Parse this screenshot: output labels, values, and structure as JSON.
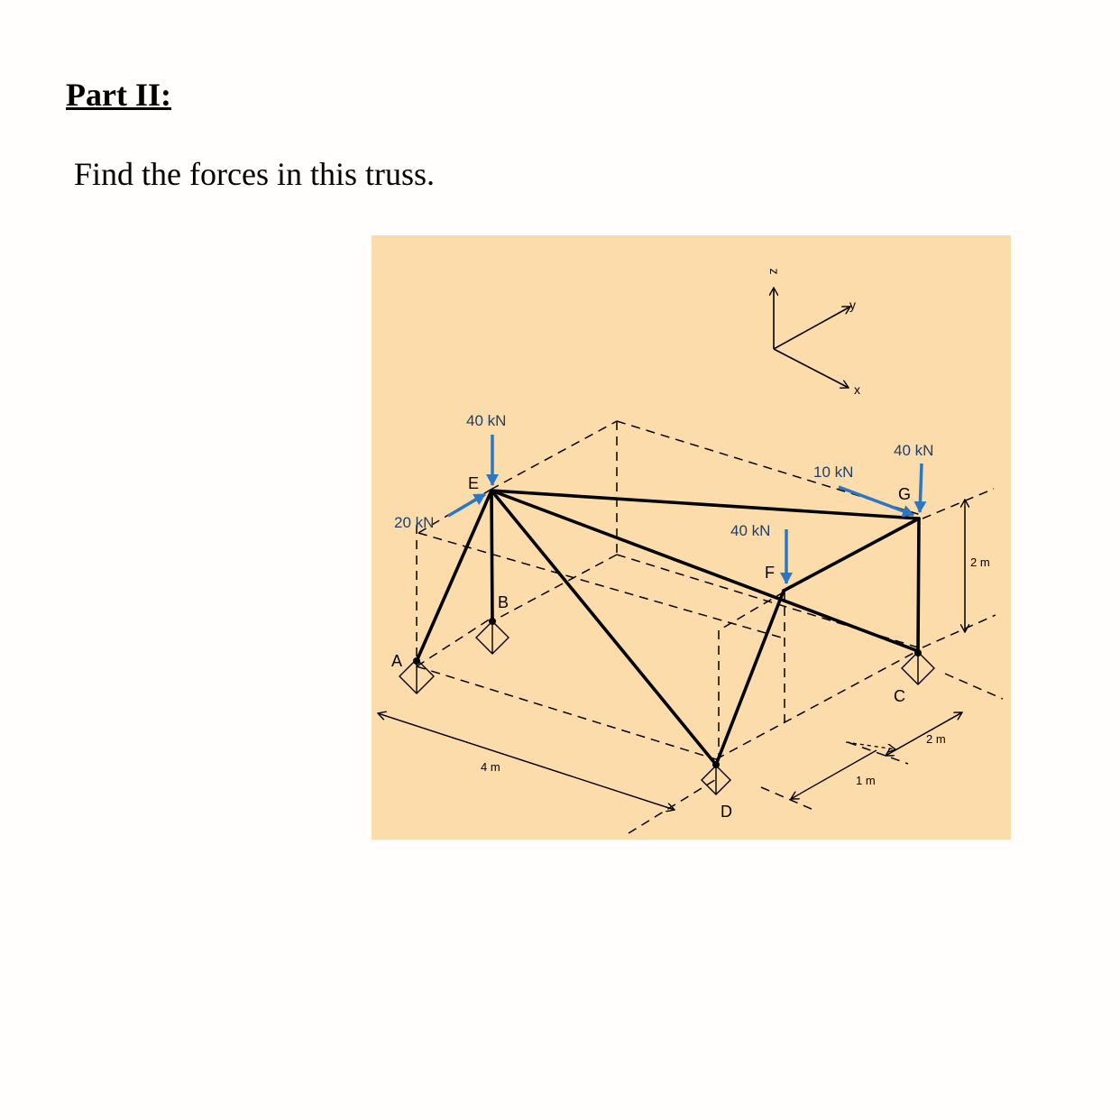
{
  "heading": "Part II:",
  "prompt": "Find the forces in this truss.",
  "colors": {
    "background": "#fddcab",
    "member": "#000000",
    "load_arrow": "#2a77c2",
    "load_text": "#1f3f6b"
  },
  "axes": {
    "x": "x",
    "y": "y",
    "z": "z"
  },
  "nodes": [
    "A",
    "B",
    "C",
    "D",
    "E",
    "F",
    "G"
  ],
  "members": [
    "A-E",
    "B-E",
    "D-E",
    "E-G",
    "E-C",
    "D-F",
    "F-G",
    "C-G"
  ],
  "loads": [
    {
      "node": "E",
      "label": "40 kN"
    },
    {
      "node": "E",
      "label": "20 kN"
    },
    {
      "node": "F",
      "label": "40 kN"
    },
    {
      "node": "G",
      "label": "10 kN"
    },
    {
      "node": "G",
      "label": "40 kN"
    }
  ],
  "dimensions": {
    "length": "4 m",
    "width": "2 m",
    "offset": "1 m",
    "height": "2 m"
  }
}
